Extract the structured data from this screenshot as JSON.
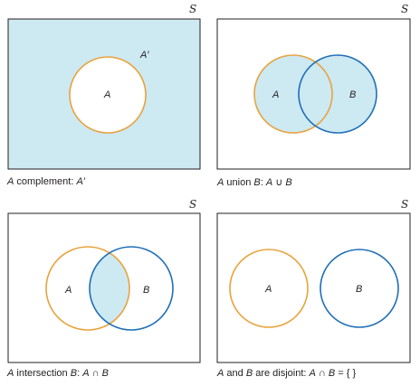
{
  "colors": {
    "shade": "#cde9f2",
    "set_a": "#e8a33d",
    "set_b": "#1f6fb7",
    "frame": "#231f20",
    "background": "#ffffff"
  },
  "panels": [
    {
      "id": "complement",
      "universe_label": "S",
      "set_labels": [
        "A",
        "A′"
      ],
      "caption": [
        {
          "text": "A",
          "italic": true
        },
        {
          "text": " complement: ",
          "italic": false
        },
        {
          "text": "A′",
          "italic": true
        }
      ]
    },
    {
      "id": "union",
      "universe_label": "S",
      "set_labels": [
        "A",
        "B"
      ],
      "caption": [
        {
          "text": "A",
          "italic": true
        },
        {
          "text": " union ",
          "italic": false
        },
        {
          "text": "B",
          "italic": true
        },
        {
          "text": ": ",
          "italic": false
        },
        {
          "text": "A",
          "italic": true
        },
        {
          "text": " ∪ ",
          "italic": false
        },
        {
          "text": "B",
          "italic": true
        }
      ]
    },
    {
      "id": "intersection",
      "universe_label": "S",
      "set_labels": [
        "A",
        "B"
      ],
      "caption": [
        {
          "text": "A",
          "italic": true
        },
        {
          "text": " intersection ",
          "italic": false
        },
        {
          "text": "B",
          "italic": true
        },
        {
          "text": ": ",
          "italic": false
        },
        {
          "text": "A",
          "italic": true
        },
        {
          "text": " ∩ ",
          "italic": false
        },
        {
          "text": "B",
          "italic": true
        }
      ]
    },
    {
      "id": "disjoint",
      "universe_label": "S",
      "set_labels": [
        "A",
        "B"
      ],
      "caption": [
        {
          "text": "A",
          "italic": true
        },
        {
          "text": " and ",
          "italic": false
        },
        {
          "text": "B",
          "italic": true
        },
        {
          "text": " are disjoint: ",
          "italic": false
        },
        {
          "text": "A",
          "italic": true
        },
        {
          "text": " ∩ ",
          "italic": false
        },
        {
          "text": "B",
          "italic": true
        },
        {
          "text": " = { }",
          "italic": false
        }
      ]
    }
  ]
}
